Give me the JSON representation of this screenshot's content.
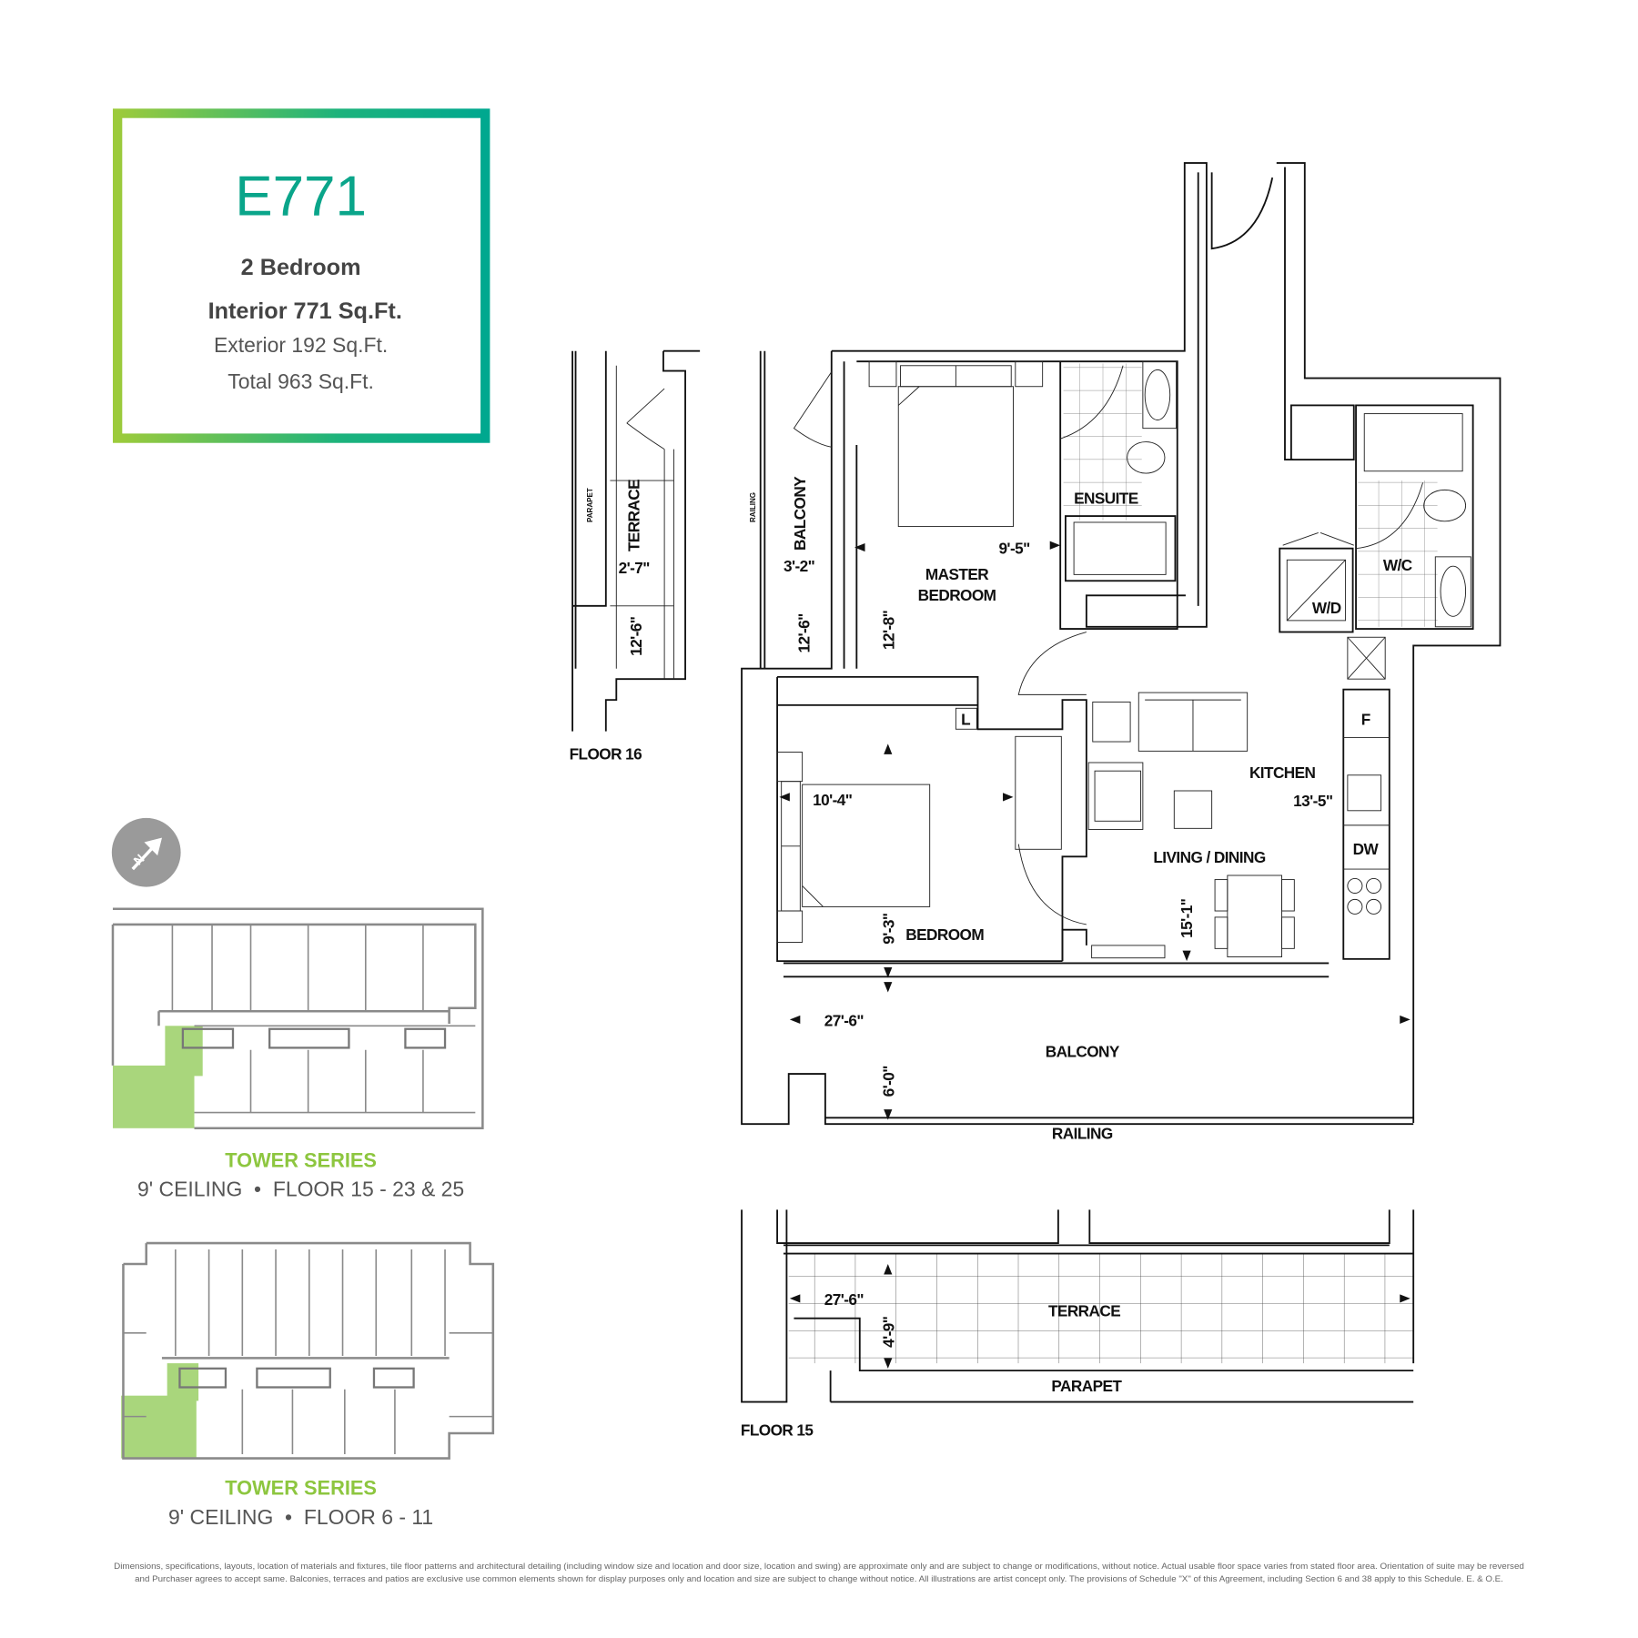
{
  "suite": {
    "name": "E771",
    "type": "2 Bedroom",
    "interior": "Interior 771 Sq.Ft.",
    "exterior": "Exterior 192 Sq.Ft.",
    "total": "Total 963 Sq.Ft.",
    "colors": {
      "accent_teal": "#0aa58a",
      "accent_green": "#9ccb3b",
      "keyplan_highlight": "#a9d67c"
    }
  },
  "compass": {
    "icon": "north-arrow-icon",
    "label": "N"
  },
  "keyplans": [
    {
      "series": "TOWER SERIES",
      "details": "9' CEILING  •  FLOOR 15 - 23 & 25"
    },
    {
      "series": "TOWER SERIES",
      "details": "9' CEILING  •  FLOOR 6 - 11"
    }
  ],
  "floor16": {
    "label": "FLOOR 16",
    "terrace": "TERRACE",
    "parapet": "PARAPET",
    "width_dim": "2'-7\"",
    "length_dim": "12'-6\""
  },
  "main_plan": {
    "balcony_side": "BALCONY",
    "railing_side": "RAILING",
    "balcony_side_width": "3'-2\"",
    "balcony_side_length": "12'-6\"",
    "master_bedroom": [
      "MASTER",
      "BEDROOM"
    ],
    "master_dim_w": "9'-5\"",
    "master_dim_l": "12'-8\"",
    "ensuite": "ENSUITE",
    "wc": "W/C",
    "wd": "W/D",
    "fridge": "F",
    "kitchen": "KITCHEN",
    "kitchen_dim": "13'-5\"",
    "dishwasher": "DW",
    "living_dining": "LIVING / DINING",
    "living_dim": "15'-1\"",
    "bedroom": "BEDROOM",
    "bedroom_dim_w": "10'-4\"",
    "bedroom_dim_l": "9'-3\"",
    "linen": "L",
    "balcony": "BALCONY",
    "balcony_dim_w": "27'-6\"",
    "balcony_dim_d": "6'-0\"",
    "railing": "RAILING"
  },
  "floor15": {
    "label": "FLOOR 15",
    "terrace": "TERRACE",
    "terrace_dim_w": "27'-6\"",
    "terrace_dim_d": "4'-9\"",
    "parapet": "PARAPET"
  },
  "disclaimer": [
    "Dimensions, specifications, layouts, location of materials and fixtures, tile floor patterns and architectural detailing (including window size and location and door size, location and swing) are approximate only and are subject to change or modifications, without notice. Actual usable floor space varies from stated floor area. Orientation of suite may be reversed",
    "and Purchaser agrees to accept same. Balconies, terraces and patios are exclusive use common elements shown for display purposes only and location and size are subject to change without notice. All illustrations are artist concept only. The provisions of Schedule \"X\" of this Agreement, including Section 6 and 38 apply to this Schedule. E. & O.E."
  ]
}
